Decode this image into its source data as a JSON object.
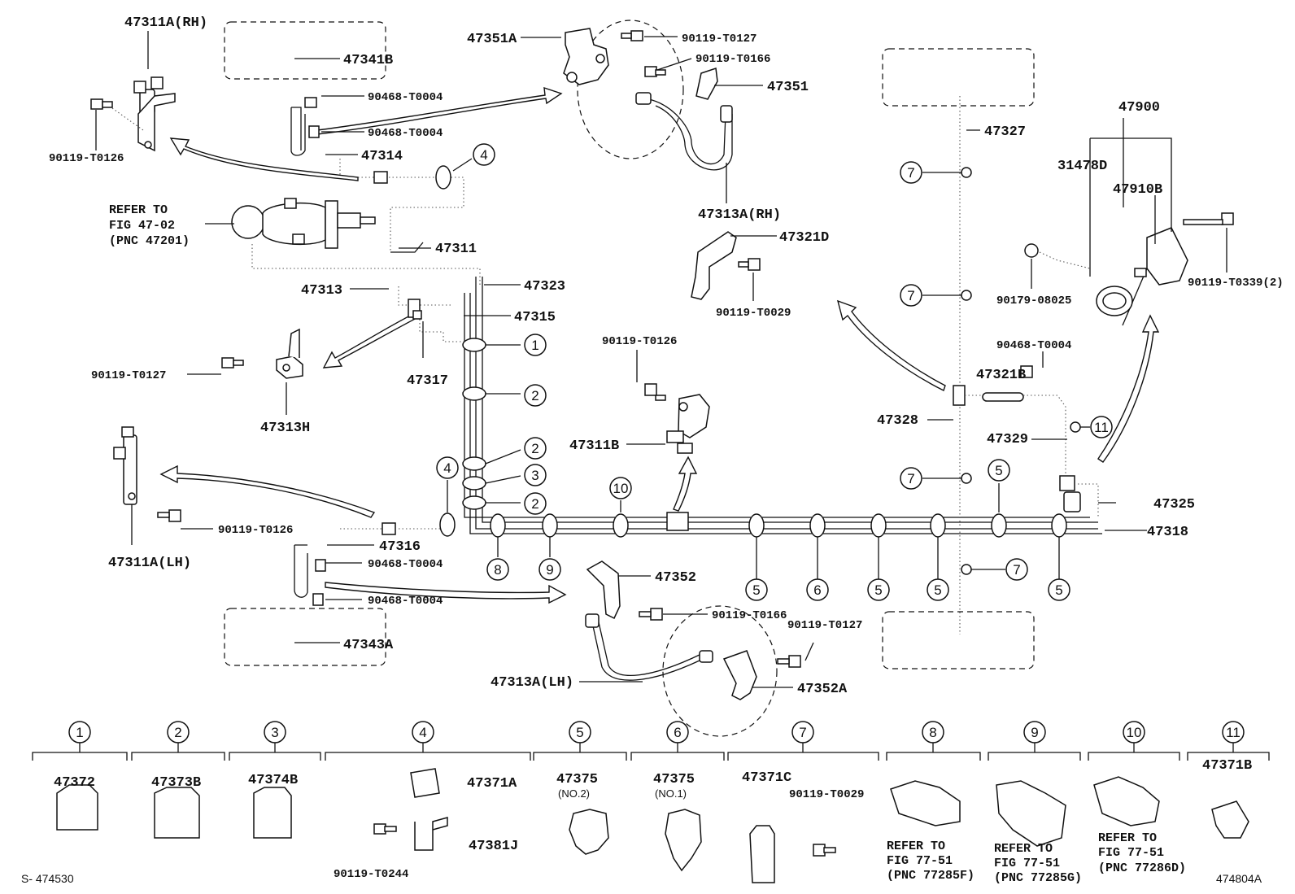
{
  "labels": {
    "p47311a_rh": "47311A(RH)",
    "p47341b": "47341B",
    "p90468_t0004_a": "90468-T0004",
    "p90468_t0004_b": "90468-T0004",
    "p47314": "47314",
    "p90119_t0126_a": "90119-T0126",
    "refer_a_l1": "REFER TO",
    "refer_a_l2": "FIG 47-02",
    "refer_a_l3": "(PNC 47201)",
    "p47311": "47311",
    "p47313": "47313",
    "p47323": "47323",
    "p47315": "47315",
    "p90119_t0127_a": "90119-T0127",
    "p47317": "47317",
    "p47313h": "47313H",
    "p47351a": "47351A",
    "p90119_t0127_b": "90119-T0127",
    "p90119_t0166_a": "90119-T0166",
    "p47351": "47351",
    "p47313a_rh": "47313A(RH)",
    "p47321d": "47321D",
    "p90119_t0029_a": "90119-T0029",
    "p90119_t0126_b": "90119-T0126",
    "p47311b": "47311B",
    "p47327": "47327",
    "p47900": "47900",
    "p31478d": "31478D",
    "p47910b": "47910B",
    "p90179_08025": "90179-08025",
    "p90119_t0339": "90119-T0339(2)",
    "p90468_t0004_c": "90468-T0004",
    "p47321b": "47321B",
    "p47328": "47328",
    "p47329": "47329",
    "p47325": "47325",
    "p47318": "47318",
    "p47311a_lh": "47311A(LH)",
    "p90119_t0126_c": "90119-T0126",
    "p47316": "47316",
    "p90468_t0004_d": "90468-T0004",
    "p90468_t0004_e": "90468-T0004",
    "p47343a": "47343A",
    "p47352": "47352",
    "p90119_t0166_b": "90119-T0166",
    "p90119_t0127_c": "90119-T0127",
    "p47313a_lh": "47313A(LH)",
    "p47352a": "47352A"
  },
  "callouts": [
    "1",
    "2",
    "3",
    "4",
    "5",
    "6",
    "7",
    "8",
    "9",
    "10",
    "11"
  ],
  "legend": {
    "c1_part": "47372",
    "c2_part": "47373B",
    "c3_part": "47374B",
    "c4_part_a": "47371A",
    "c4_part_b": "47381J",
    "c4_bolt": "90119-T0244",
    "c5_part": "47375",
    "c5_sub": "(NO.2)",
    "c6_part": "47375",
    "c6_sub": "(NO.1)",
    "c7_part": "47371C",
    "c7_bolt": "90119-T0029",
    "c8_l1": "REFER TO",
    "c8_l2": "FIG 77-51",
    "c8_l3": "(PNC 77285F)",
    "c9_l1": "REFER TO",
    "c9_l2": "FIG 77-51",
    "c9_l3": "(PNC 77285G)",
    "c10_l1": "REFER TO",
    "c10_l2": "FIG 77-51",
    "c10_l3": "(PNC 77286D)",
    "c11_part": "47371B"
  },
  "footer": {
    "left_code": "S- 474530",
    "right_code": "474804A"
  }
}
